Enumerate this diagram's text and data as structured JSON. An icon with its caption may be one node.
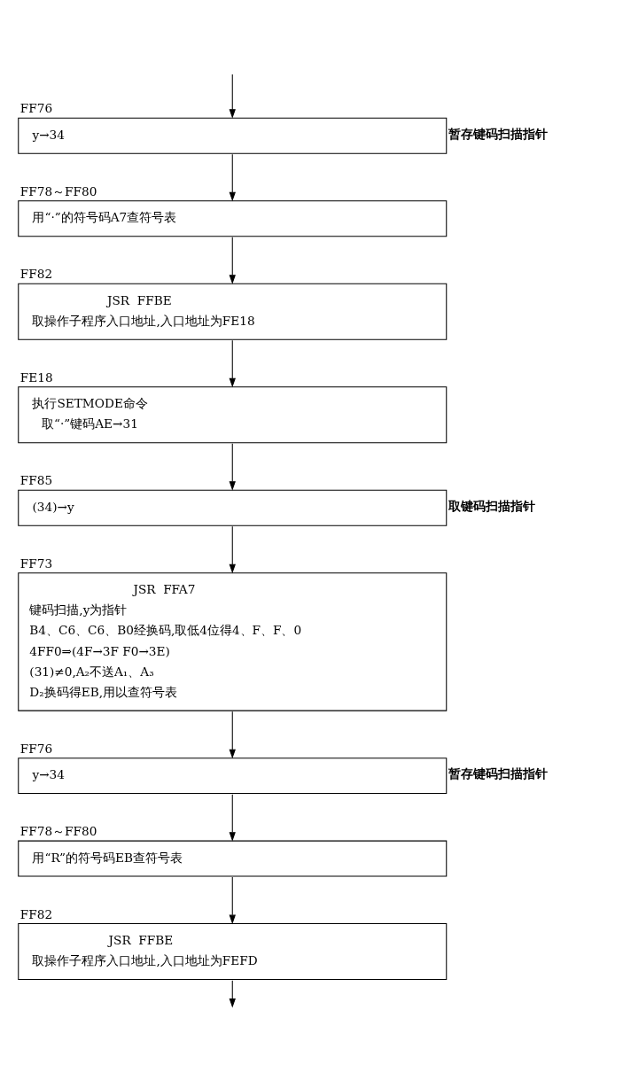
{
  "diagram": {
    "nodes": [
      {
        "text": [
          "FF76",
          "y→34"
        ],
        "beside": [
          "暂存键码扫描指针"
        ]
      },
      {
        "text": [
          "FF78～FF80",
          "用“·”的符号码A7查符号表"
        ]
      },
      {
        "text": [
          "FF82",
          "JSR  FFBE",
          "取操作子程序入口地址,入口地址为FE18"
        ]
      },
      {
        "text": [
          "FE18",
          "执行SETMODE命令",
          "取“·”键码AE→31"
        ]
      },
      {
        "text": [
          "FF85",
          "(34)→y"
        ],
        "beside": [
          "取键码扫描指针"
        ]
      },
      {
        "text": [
          "FF73",
          "JSR  FFA7",
          "键码扫描,y为指针",
          "B4、C6、C6、B0经换码,取低4位得4、F、F、0",
          "4FF0⇒(4F→3F F0→3E)",
          "(31)≠0,A₂不送A₁、A₃",
          "D₂换码得EB,用以查符号表"
        ]
      },
      {
        "text": [
          "FF76",
          "y→34"
        ],
        "beside": [
          "暂存键码扫描指针"
        ]
      },
      {
        "text": [
          "FF78～FF80",
          "用“R”的符号码EB查符号表"
        ]
      },
      {
        "text": [
          "FF82",
          "JSR  FFBE",
          "取操作子程序入口地址,入口地址为FEFD"
        ]
      }
    ],
    "edges": [
      {
        "from": null,
        "to": 0,
        "arrow": "to"
      },
      {
        "from": 0,
        "to": 1,
        "arrow": "to"
      },
      {
        "from": 1,
        "to": 2,
        "arrow": "to"
      },
      {
        "from": 2,
        "to": 3,
        "arrow": "to"
      },
      {
        "from": 3,
        "to": 4,
        "arrow": "to"
      },
      {
        "from": 4,
        "to": 5,
        "arrow": "to"
      },
      {
        "from": 5,
        "to": 6,
        "arrow": "to"
      },
      {
        "from": 6,
        "to": 7,
        "arrow": "to"
      },
      {
        "from": 7,
        "to": 8,
        "arrow": "to"
      },
      {
        "from": 8,
        "to": null,
        "arrow": "to"
      }
    ]
  }
}
